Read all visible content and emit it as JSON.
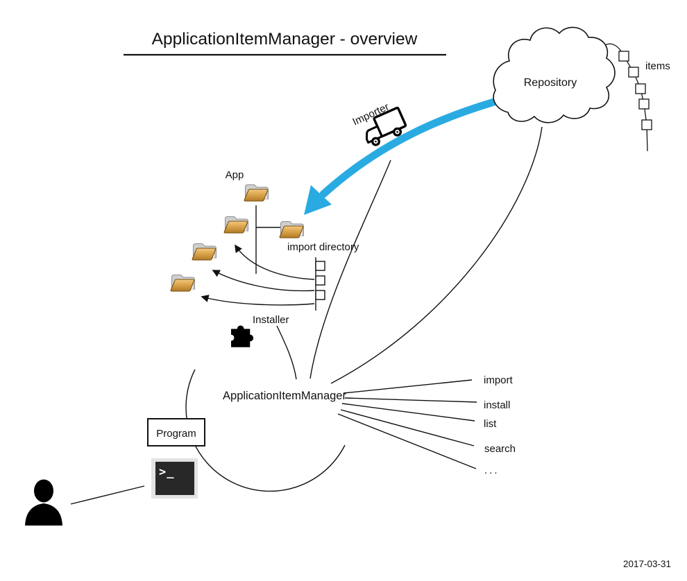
{
  "title": "ApplicationItemManager - overview",
  "nodes": {
    "repository": {
      "label": "Repository"
    },
    "items": {
      "label": "items"
    },
    "importer": {
      "label": "Importer"
    },
    "app": {
      "label": "App"
    },
    "import_directory": {
      "label": "import directory"
    },
    "installer": {
      "label": "Installer"
    },
    "manager": {
      "label": "ApplicationItemManager"
    },
    "program": {
      "label": "Program"
    },
    "terminal": {
      "glyph": ">_"
    }
  },
  "operations": [
    {
      "label": "import"
    },
    {
      "label": "install"
    },
    {
      "label": "list"
    },
    {
      "label": "search"
    },
    {
      "label": "..."
    }
  ],
  "footer": {
    "date": "2017-03-31"
  },
  "colors": {
    "import_arrow": "#29ABE2",
    "line": "#111111",
    "folder_front": "#DCA44C",
    "folder_back": "#CFCFCF",
    "terminal_screen": "#282828",
    "terminal_frame": "#E3E3E3",
    "icon_black": "#000000"
  }
}
